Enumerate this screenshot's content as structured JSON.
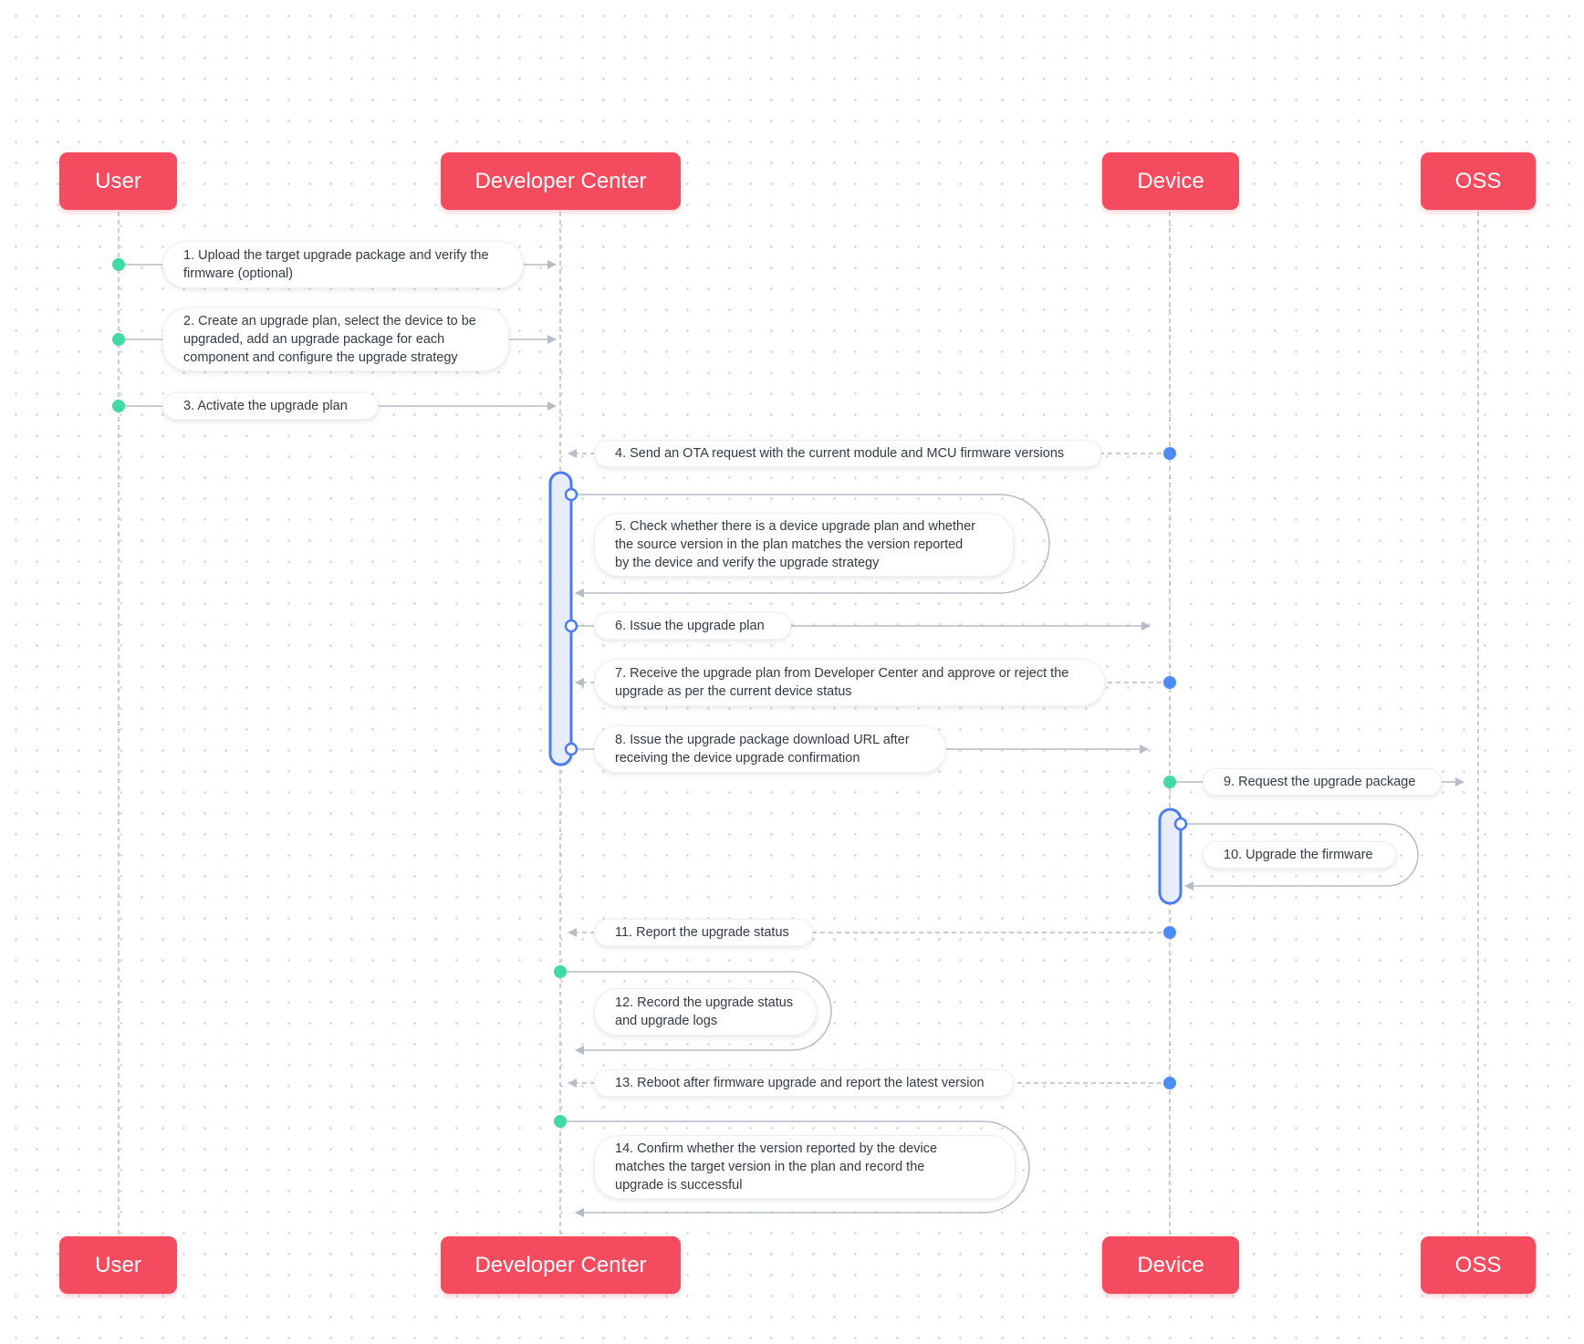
{
  "actors": {
    "user": "User",
    "developer_center": "Developer Center",
    "device": "Device",
    "oss": "OSS"
  },
  "steps": [
    {
      "label": "1. Upload the target upgrade package and verify the\n    firmware (optional)"
    },
    {
      "label": "2. Create an upgrade plan, select the device to be\n    upgraded, add an upgrade package for each\n    component and configure the upgrade strategy"
    },
    {
      "label": "3. Activate the upgrade plan"
    },
    {
      "label": "4. Send an OTA request with the current module and MCU firmware versions"
    },
    {
      "label": "5. Check whether there is a device  upgrade plan and whether\n    the source version in the plan matches the version reported\n    by the device and verify the upgrade strategy"
    },
    {
      "label": "6. Issue the upgrade plan"
    },
    {
      "label": "7. Receive the upgrade plan from Developer Center and approve or reject the\n    upgrade as per the current device status"
    },
    {
      "label": "8. Issue the upgrade package download URL after\n    receiving the device upgrade confirmation"
    },
    {
      "label": "9. Request the upgrade package"
    },
    {
      "label": "10. Upgrade the firmware"
    },
    {
      "label": "11. Report the upgrade status"
    },
    {
      "label": "12. Record the upgrade status\n      and upgrade logs"
    },
    {
      "label": "13. Reboot after firmware upgrade and report the latest version"
    },
    {
      "label": "14. Confirm whether the version reported by the device\n      matches the target version in the plan and record the\n      upgrade is successful"
    }
  ],
  "colors": {
    "actor": "#f54b5e",
    "green_dot": "#41d9a4",
    "blue_dot": "#4d8cf5",
    "activation": "#4d7cf0",
    "line": "#b7bcc5"
  }
}
